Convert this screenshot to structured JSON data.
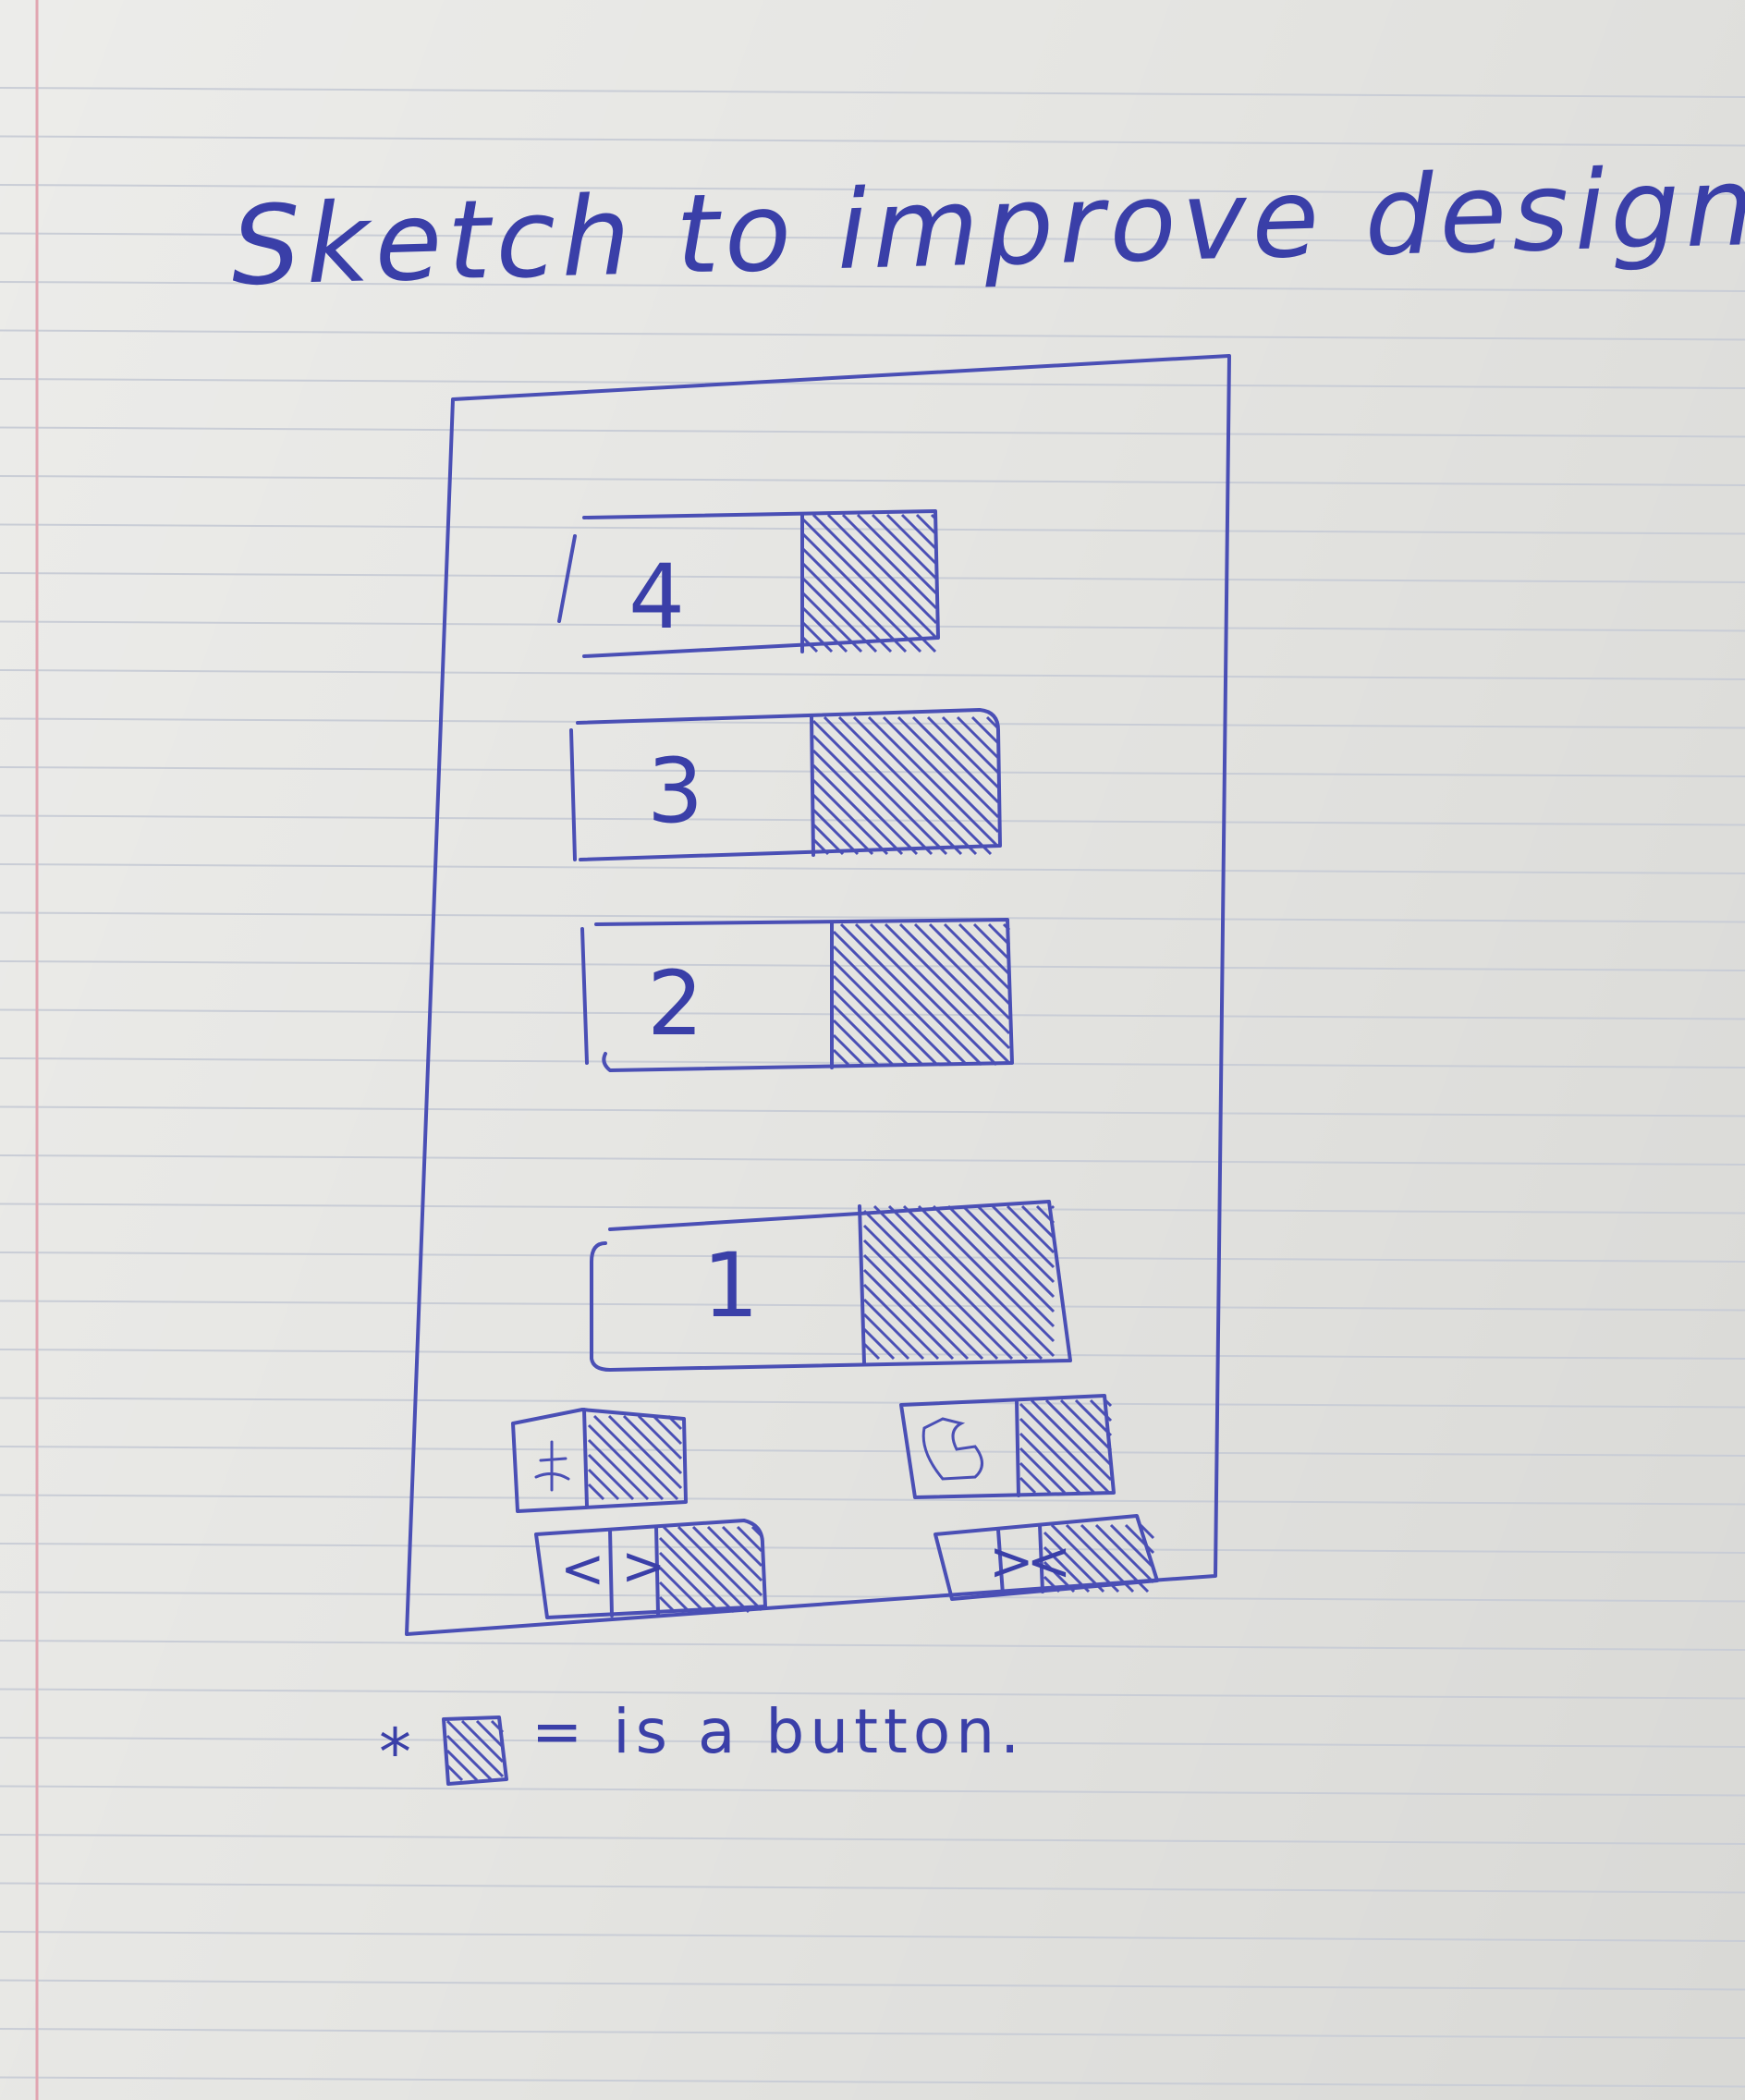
{
  "title": "Sketch to improve design.",
  "note": "= is a button.",
  "note_prefix": "*",
  "list_items": [
    {
      "label": "4"
    },
    {
      "label": "3"
    },
    {
      "label": "2"
    },
    {
      "label": "1"
    }
  ],
  "controls": {
    "prev": "<",
    "next": ">",
    "collapse": "><"
  },
  "icons": {
    "bottom_left": "lock-icon",
    "bottom_right": "phone-icon"
  },
  "ink_color": "#4a4fb5"
}
